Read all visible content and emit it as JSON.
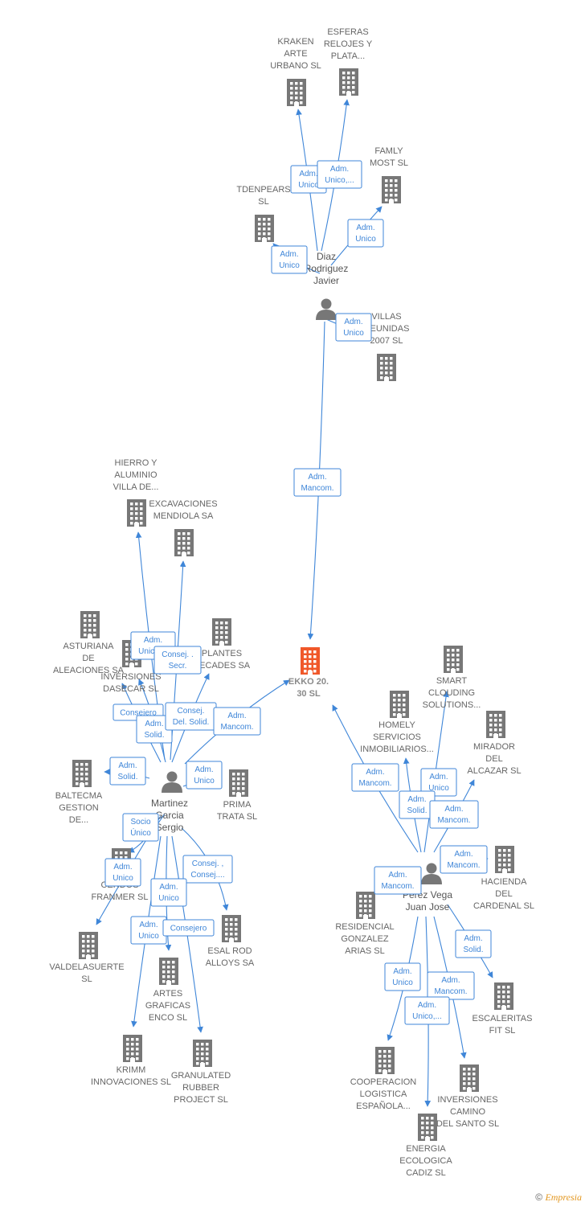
{
  "colors": {
    "edge": "#3f86d8",
    "node": "#777777",
    "center": "#f0582a",
    "label": "#666666"
  },
  "footer": {
    "copyright": "©",
    "brand": "Empresia"
  },
  "nodes": [
    {
      "id": "ekko",
      "type": "center",
      "label": [
        "EKKO 20.",
        "30  SL"
      ]
    },
    {
      "id": "diaz",
      "type": "person",
      "label": [
        "Diaz",
        "Rodriguez",
        "Javier"
      ]
    },
    {
      "id": "martinez",
      "type": "person",
      "label": [
        "Martinez",
        "Garcia",
        "Sergio"
      ]
    },
    {
      "id": "perez",
      "type": "person",
      "label": [
        "Perez Vega",
        "Juan Jose"
      ]
    },
    {
      "id": "kraken",
      "type": "company",
      "label": [
        "KRAKEN",
        "ARTE",
        "URBANO  SL"
      ]
    },
    {
      "id": "esferas",
      "type": "company",
      "label": [
        "ESFERAS",
        "RELOJES Y",
        "PLATA..."
      ]
    },
    {
      "id": "famly",
      "type": "company",
      "label": [
        "FAMLY",
        "MOST SL"
      ]
    },
    {
      "id": "tdenpears",
      "type": "company",
      "label": [
        "TDENPEARS",
        "SL"
      ]
    },
    {
      "id": "villas",
      "type": "company",
      "label": [
        "VILLAS",
        "REUNIDAS",
        "2007  SL"
      ]
    },
    {
      "id": "hierro",
      "type": "company",
      "label": [
        "HIERRO Y",
        "ALUMINIO",
        "VILLA DE..."
      ]
    },
    {
      "id": "excavaciones",
      "type": "company",
      "label": [
        "EXCAVACIONES",
        "MENDIOLA SA"
      ]
    },
    {
      "id": "asturiana",
      "type": "company",
      "label": [
        "ASTURIANA",
        "DE",
        "ALEACIONES SA"
      ]
    },
    {
      "id": "plantes",
      "type": "company",
      "label": [
        "PLANTES",
        "SECADES SA"
      ]
    },
    {
      "id": "inversiones_dasecar",
      "type": "company",
      "label": [
        "INVERSIONES",
        "DASECAR  SL"
      ]
    },
    {
      "id": "baltecma",
      "type": "company",
      "label": [
        "BALTECMA",
        "GESTION",
        "DE..."
      ]
    },
    {
      "id": "prima",
      "type": "company",
      "label": [
        "PRIMA",
        "TRATA SL"
      ]
    },
    {
      "id": "cerdos",
      "type": "company",
      "label": [
        "CERDOS",
        "FRANMER SL"
      ]
    },
    {
      "id": "valdelasuerte",
      "type": "company",
      "label": [
        "VALDELASUERTE",
        "SL"
      ]
    },
    {
      "id": "esal",
      "type": "company",
      "label": [
        "ESAL ROD",
        "ALLOYS SA"
      ]
    },
    {
      "id": "artes",
      "type": "company",
      "label": [
        "ARTES",
        "GRAFICAS",
        "ENCO SL"
      ]
    },
    {
      "id": "krimm",
      "type": "company",
      "label": [
        "KRIMM",
        "INNOVACIONES SL"
      ]
    },
    {
      "id": "granulated",
      "type": "company",
      "label": [
        "GRANULATED",
        "RUBBER",
        "PROJECT  SL"
      ]
    },
    {
      "id": "smart",
      "type": "company",
      "label": [
        "SMART",
        "CLOUDING",
        "SOLUTIONS..."
      ]
    },
    {
      "id": "homely",
      "type": "company",
      "label": [
        "HOMELY",
        "SERVICIOS",
        "INMOBILIARIOS..."
      ]
    },
    {
      "id": "mirador",
      "type": "company",
      "label": [
        "MIRADOR",
        "DEL",
        "ALCAZAR SL"
      ]
    },
    {
      "id": "hacienda",
      "type": "company",
      "label": [
        "HACIENDA",
        "DEL",
        "CARDENAL SL"
      ]
    },
    {
      "id": "residencial",
      "type": "company",
      "label": [
        "RESIDENCIAL",
        "GONZALEZ",
        "ARIAS SL"
      ]
    },
    {
      "id": "escaleritas",
      "type": "company",
      "label": [
        "ESCALERITAS",
        "FIT  SL"
      ]
    },
    {
      "id": "cooperacion",
      "type": "company",
      "label": [
        "COOPERACION",
        "LOGISTICA",
        "ESPAÑOLA..."
      ]
    },
    {
      "id": "inversiones_camino",
      "type": "company",
      "label": [
        "INVERSIONES",
        "CAMINO",
        "DEL SANTO SL"
      ]
    },
    {
      "id": "energia",
      "type": "company",
      "label": [
        "ENERGIA",
        "ECOLOGICA",
        "CADIZ SL"
      ]
    }
  ],
  "relations": [
    {
      "label": [
        "Adm.",
        "Unico"
      ]
    },
    {
      "label": [
        "Adm.",
        "Unico,..."
      ]
    },
    {
      "label": [
        "Adm.",
        "Unico"
      ]
    },
    {
      "label": [
        "Adm.",
        "Unico"
      ]
    },
    {
      "label": [
        "Adm.",
        "Unico"
      ]
    },
    {
      "label": [
        "Adm.",
        "Mancom."
      ]
    },
    {
      "label": [
        "Adm.",
        "Unico,..."
      ]
    },
    {
      "label": [
        "Consej. .",
        "Secr."
      ]
    },
    {
      "label": [
        "Consejero"
      ]
    },
    {
      "label": [
        "Adm.",
        "Solid."
      ]
    },
    {
      "label": [
        "Consej.",
        "Del. Solid."
      ]
    },
    {
      "label": [
        "Adm.",
        "Mancom."
      ]
    },
    {
      "label": [
        "Adm.",
        "Solid."
      ]
    },
    {
      "label": [
        "Adm.",
        "Unico"
      ]
    },
    {
      "label": [
        "Socio",
        "Único"
      ]
    },
    {
      "label": [
        "Adm.",
        "Unico"
      ]
    },
    {
      "label": [
        "Consej. ,",
        "Consej...."
      ]
    },
    {
      "label": [
        "Adm.",
        "Unico"
      ]
    },
    {
      "label": [
        "Adm.",
        "Unico"
      ]
    },
    {
      "label": [
        "Consejero"
      ]
    },
    {
      "label": [
        "Adm.",
        "Mancom."
      ]
    },
    {
      "label": [
        "Adm.",
        "Unico"
      ]
    },
    {
      "label": [
        "Adm.",
        "Solid."
      ]
    },
    {
      "label": [
        "Adm.",
        "Mancom."
      ]
    },
    {
      "label": [
        "Adm.",
        "Mancom."
      ]
    },
    {
      "label": [
        "Adm.",
        "Mancom."
      ]
    },
    {
      "label": [
        "Adm.",
        "Solid."
      ]
    },
    {
      "label": [
        "Adm.",
        "Unico"
      ]
    },
    {
      "label": [
        "Adm.",
        "Mancom."
      ]
    },
    {
      "label": [
        "Adm.",
        "Unico,..."
      ]
    }
  ]
}
